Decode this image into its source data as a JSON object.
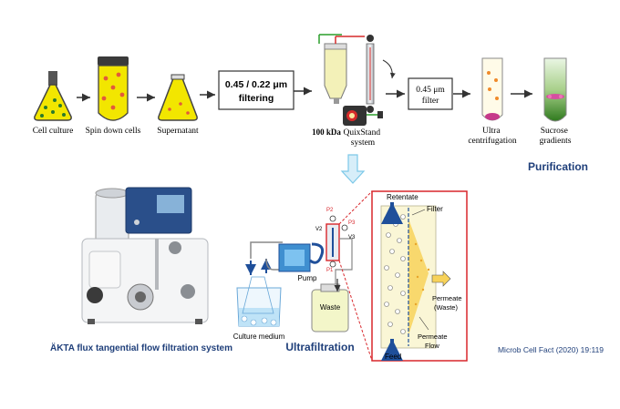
{
  "steps": {
    "cell_culture": "Cell culture",
    "spin_down": "Spin down cells",
    "supernatant": "Supernatant",
    "filtering": "0.45 / 0.22 μm filtering",
    "kda": "100 kDa",
    "quixstand": "QuixStand system",
    "filter_box": "0.45 μm filter",
    "ultracentrifugation": "Ultra centrifugation",
    "sucrose": "Sucrose gradients"
  },
  "purification_label": "Purification",
  "akta_label": "ÄKTA flux tangential flow filtration system",
  "ultrafiltration_label": "Ultrafiltration",
  "citation": "Microb Cell Fact (2020) 19:119",
  "schematic": {
    "pump": "Pump",
    "culture_medium": "Culture medium",
    "waste": "Waste",
    "p1": "P1",
    "p2": "P2",
    "p3": "P3",
    "v2": "V2",
    "v3": "V3"
  },
  "zoom": {
    "retentate": "Retentate",
    "filter": "Filter",
    "permeate_waste": "Permeate (Waste)",
    "permeate_flow": "Permeate Flow",
    "feed": "Feed"
  },
  "colors": {
    "culture_yellow": "#f2e600",
    "filter_box_border": "#333333",
    "zoom_red": "#d8262b",
    "purification_blue": "#1f3f7a",
    "arrow_blue": "#7cc8e8",
    "sucrose_green": "#3e8a2a"
  }
}
